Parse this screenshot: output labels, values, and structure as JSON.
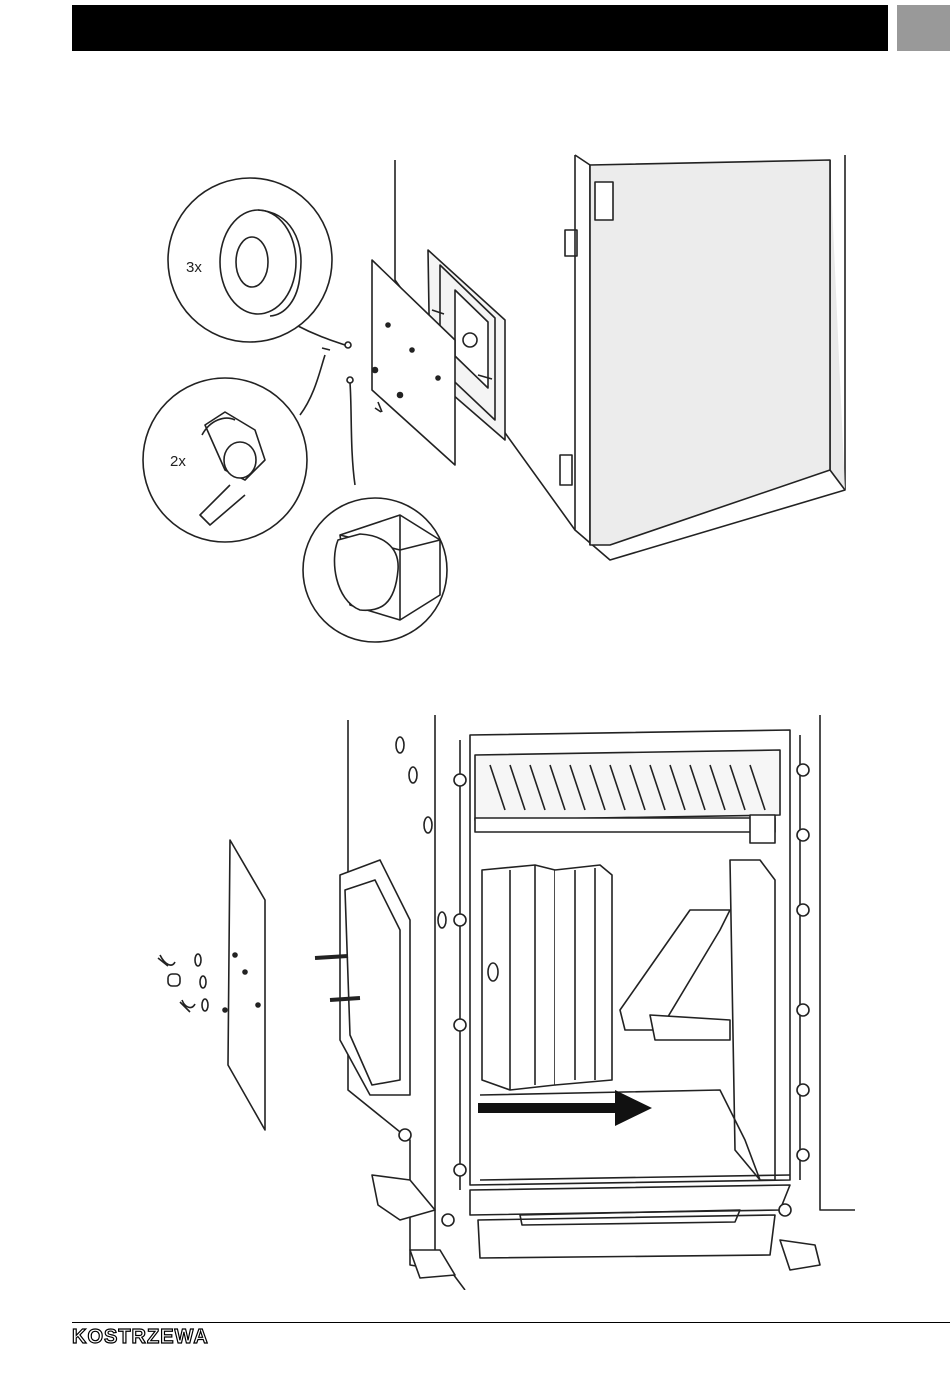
{
  "header": {
    "bar_color": "#000000",
    "tab_color": "#999999"
  },
  "figure_top": {
    "callouts": [
      {
        "qty": "3x",
        "part": "washer"
      },
      {
        "qty": "2x",
        "part": "wing-nut"
      },
      {
        "qty": "",
        "part": "cap-nut"
      }
    ]
  },
  "figure_bottom": {
    "arrow": "removal-direction"
  },
  "footer": {
    "logo": "KOSTRZEWA"
  }
}
